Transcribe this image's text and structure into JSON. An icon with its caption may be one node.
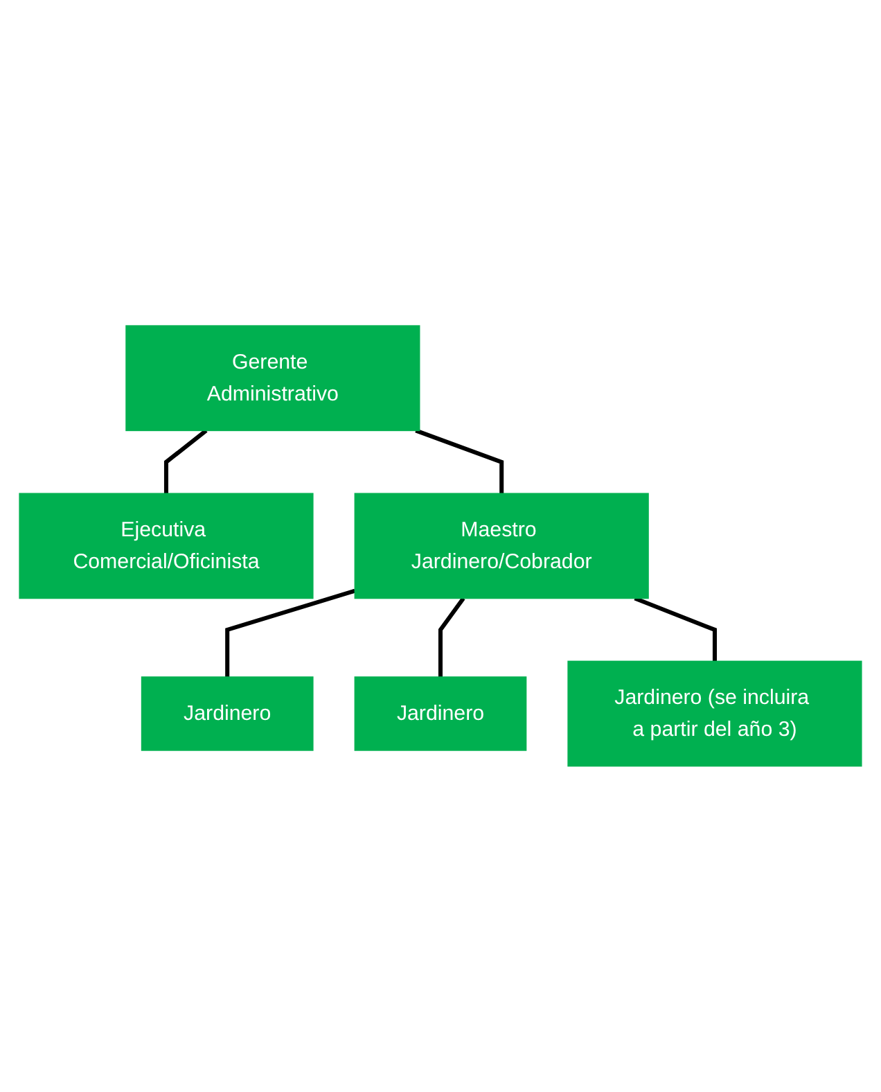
{
  "diagram": {
    "nodes": [
      {
        "text": [
          "Gerente Administrativo"
        ]
      },
      {
        "text": [
          "Ejecutiva Comercial/Oficinista"
        ]
      },
      {
        "text": [
          "Maestro Jardinero/Cobrador"
        ]
      },
      {
        "text": [
          "Jardinero"
        ]
      },
      {
        "text": [
          "Jardinero"
        ]
      },
      {
        "text": [
          "Jardinero (se incluira a partir del año 3)"
        ]
      }
    ],
    "edges": [
      {
        "from": 0,
        "to": 1,
        "arrow": "none"
      },
      {
        "from": 0,
        "to": 2,
        "arrow": "none"
      },
      {
        "from": 2,
        "to": 3,
        "arrow": "none"
      },
      {
        "from": 2,
        "to": 4,
        "arrow": "none"
      },
      {
        "from": 2,
        "to": 5,
        "arrow": "none"
      }
    ]
  }
}
